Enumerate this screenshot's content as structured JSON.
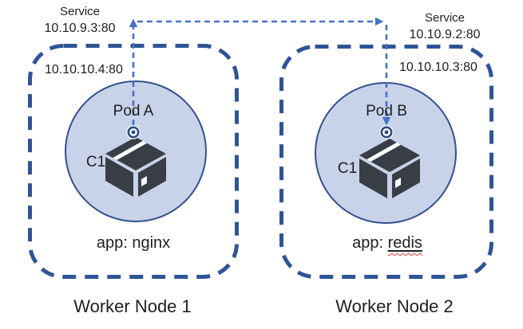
{
  "services": [
    {
      "label": "Service",
      "ip": "10.10.9.3:80"
    },
    {
      "label": "Service",
      "ip": "10.10.9.2:80"
    }
  ],
  "nodes": [
    {
      "name": "Worker Node 1",
      "pod_ip": "10.10.10.4:80",
      "pod_name": "Pod A",
      "container_name": "C1",
      "app_label": "app: nginx"
    },
    {
      "name": "Worker Node 2",
      "pod_ip": "10.10.10.3:80",
      "pod_name": "Pod B",
      "container_name": "C1",
      "app_label_prefix": "app: ",
      "app_label_word": "redis"
    }
  ],
  "colors": {
    "node_border": "#2f5496",
    "arrow": "#4472c4",
    "pod_fill": "#c8d3ea",
    "pod_stroke": "#33508e",
    "container_fill": "#393e46",
    "port_ring": "#2b4c82",
    "text": "#1f1f1f",
    "spellcheck_squiggle": "#e0392f"
  }
}
